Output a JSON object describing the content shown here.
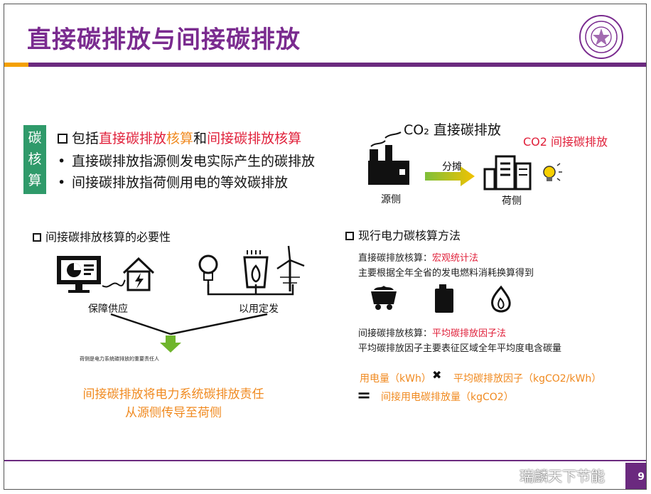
{
  "title": "直接碳排放与间接碳排放",
  "tag": [
    "碳",
    "核",
    "算"
  ],
  "bullets": {
    "b1_prefix": "包括",
    "b1_direct": "直接碳排放",
    "b1_accounting1": "核算",
    "b1_and": "和",
    "b1_indirect": "间接碳排放核算",
    "b2": "直接碳排放指源侧发电实际产生的碳排放",
    "b3": "间接碳排放指荷侧用电的等效碳排放"
  },
  "top_diagram": {
    "co2_direct": "CO₂ 直接碳排放",
    "co2_indirect": "CO2 间接碳排放",
    "arrow_label": "分摊",
    "source_label": "源侧",
    "load_label": "荷侧"
  },
  "left_section": {
    "heading": "间接碳排放核算的必要性",
    "supply_label": "保障供应",
    "use_label": "以用定发",
    "small_note": "荷侧是电力系统碳排放的重要责任人",
    "conclusion_line1": "间接碳排放将电力系统碳排放责任",
    "conclusion_line2": "从源侧传导至荷侧"
  },
  "right_section": {
    "heading": "现行电力碳核算方法",
    "direct_label": "直接碳排放核算：",
    "direct_method": "宏观统计法",
    "direct_desc": "主要根据全年全省的发电燃料消耗换算得到",
    "indirect_label": "间接碳排放核算：",
    "indirect_method": "平均碳排放因子法",
    "indirect_desc": "平均碳排放因子主要表征区域全年平均度电含碳量",
    "formula_a": "用电量（kWh）",
    "formula_times": "✖",
    "formula_b": "平均碳排放因子（kgCO2/kWh）",
    "formula_eq": "=",
    "formula_result": "间接用电碳排放量（kgCO2）"
  },
  "watermark": "瑞麟天下节能",
  "page_number": "9",
  "colors": {
    "title": "#7a2b8f",
    "rule": "#6b2a7f",
    "accent_orange": "#f4a000",
    "tag_green": "#2f9a6a",
    "red": "#e0203a",
    "orange": "#f08a20"
  }
}
